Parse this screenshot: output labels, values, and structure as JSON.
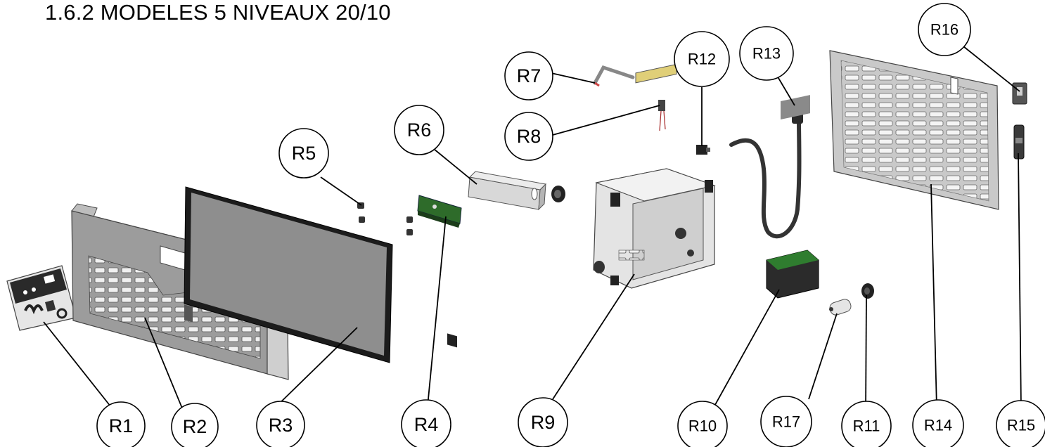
{
  "title": "1.6.2  MODELES 5 NIVEAUX 20/10",
  "callouts": {
    "R1": "R1",
    "R2": "R2",
    "R3": "R3",
    "R4": "R4",
    "R5": "R5",
    "R6": "R6",
    "R7": "R7",
    "R8": "R8",
    "R9": "R9",
    "R10": "R10",
    "R11": "R11",
    "R12": "R12",
    "R13": "R13",
    "R14": "R14",
    "R15": "R15",
    "R16": "R16",
    "R17": "R17"
  }
}
